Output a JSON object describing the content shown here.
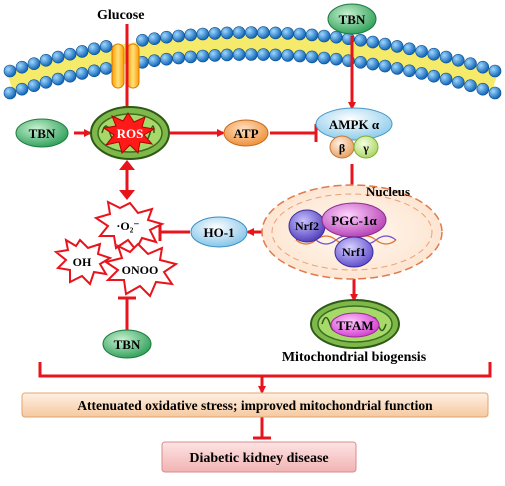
{
  "labels": {
    "glucose": "Glucose",
    "tbn_top": "TBN",
    "tbn_left": "TBN",
    "tbn_bottom": "TBN",
    "ros": "ROS",
    "atp": "ATP",
    "ampk": "AMPK α",
    "beta": "β",
    "gamma": "γ",
    "nucleus": "Nucleus",
    "ho1": "HO-1",
    "nrf2": "Nrf2",
    "pgc1a": "PGC-1α",
    "nrf1": "Nrf1",
    "superoxide": "·O₂⁻",
    "oh": "OH",
    "onoo": "ONOO",
    "tfam": "TFAM",
    "mito_biogenesis": "Mitochondrial biogensis",
    "outcome": "Attenuated  oxidative stress; improved mitochondrial function",
    "disease": "Diabetic kidney disease"
  },
  "colors": {
    "arrow": "#e8141c",
    "tbn_fill": "#3fbf6a",
    "ros_burst": "#ff1a1a",
    "mito_fill": "#8cc63f",
    "mito_dark": "#3b6e1f",
    "ampk_fill": "#bfe4f7",
    "beta_fill": "#f4c9a0",
    "gamma_fill": "#d9f0a8",
    "atp_fill": "#f7a35c",
    "ho1_fill": "#a9d8f2",
    "nrf2_fill": "#6a5acd",
    "pgc_fill": "#d26bd2",
    "tfam_fill": "#e85ce0",
    "outcome_fill": "#f9d9b9",
    "disease_fill": "#f6c6c6"
  }
}
